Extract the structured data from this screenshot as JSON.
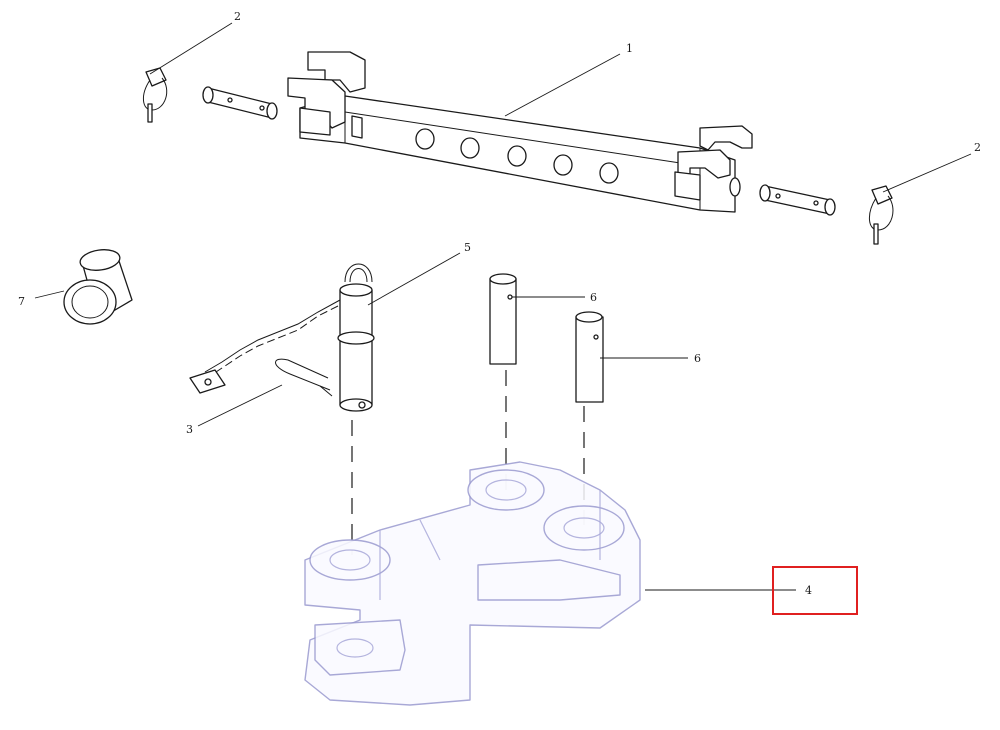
{
  "callouts": {
    "c1": "1",
    "c2a": "2",
    "c2b": "2",
    "c3": "3",
    "c4": "4",
    "c5": "5",
    "c6a": "6",
    "c6b": "6",
    "c7": "7"
  },
  "highlight_color": "#e02020",
  "highlighted_callout": "4"
}
